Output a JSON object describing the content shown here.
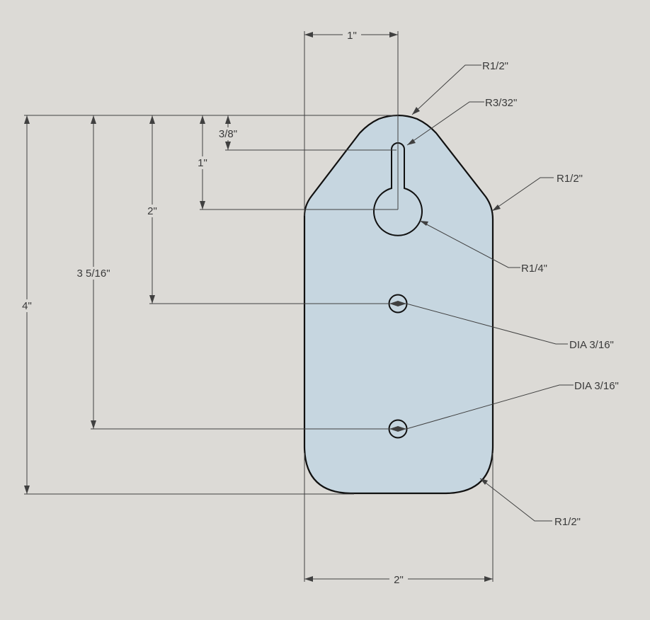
{
  "colors": {
    "background": "#dcdad6",
    "part_fill": "#c6d6e0",
    "outline": "#111111",
    "dimension": "#404040"
  },
  "dimensions": {
    "top_width": "1\"",
    "bottom_width": "2\"",
    "slot_depth": "3/8\"",
    "keyhole_center": "1\"",
    "hole1_position": "2\"",
    "hole2_position": "3 5/16\"",
    "total_height": "4\""
  },
  "callouts": {
    "top_radius": "R1/2\"",
    "slot_radius": "R3/32\"",
    "shoulder_radius": "R1/2\"",
    "keyhole_radius": "R1/4\"",
    "hole1_diameter": "DIA 3/16\"",
    "hole2_diameter": "DIA 3/16\"",
    "bottom_radius": "R1/2\""
  }
}
